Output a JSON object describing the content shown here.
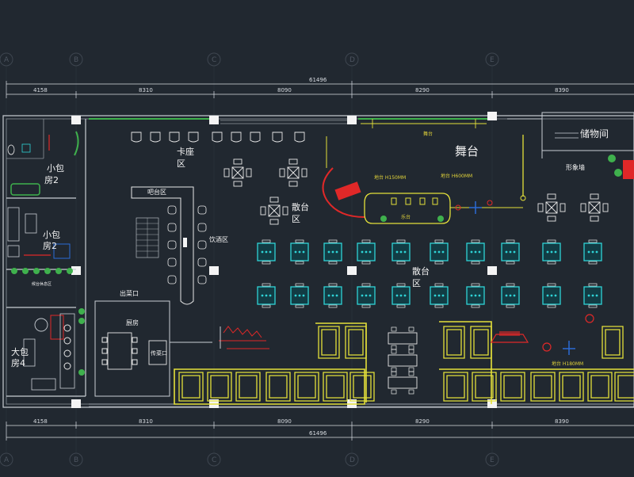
{
  "dimensions": {
    "total": "61496",
    "spans": [
      "4158",
      "8310",
      "8090",
      "8290",
      "8390"
    ]
  },
  "grid_axes": [
    "A",
    "B",
    "C",
    "D",
    "E"
  ],
  "rooms": {
    "small_room_2a_line1": "小包",
    "small_room_2a_line2": "房2",
    "small_room_2b_line1": "小包",
    "small_room_2b_line2": "房2",
    "large_room_4_line1": "大包",
    "large_room_4_line2": "房4",
    "booth_line1": "卡座",
    "booth_line2": "区",
    "bar_counter": "吧台区",
    "drinking_area": "饮酒区",
    "dining_upper_line1": "散台",
    "dining_upper_line2": "区",
    "dining_lower_line1": "散台",
    "dining_lower_line2": "区",
    "stage": "舞台",
    "storage": "储物间",
    "stage_wall": "形象墙",
    "kitchen": "厨房",
    "serving_out": "出菜口",
    "serving_pass": "传菜口",
    "waiting_area": "候台休息区"
  },
  "annotations": {
    "stage_level": "舞台",
    "height_1": "地台 H150MM",
    "height_2": "地台 H600MM",
    "console": "乐台",
    "height_3": "地台 H180MM"
  },
  "colors": {
    "background": "#212830",
    "wall": "#c9ced4",
    "cyan_tables": "#2fd3d6",
    "yellow_booths": "#e4e03a",
    "red_stage": "#e02828",
    "green_plants": "#3fb14d",
    "column": "#f4f4f4"
  }
}
